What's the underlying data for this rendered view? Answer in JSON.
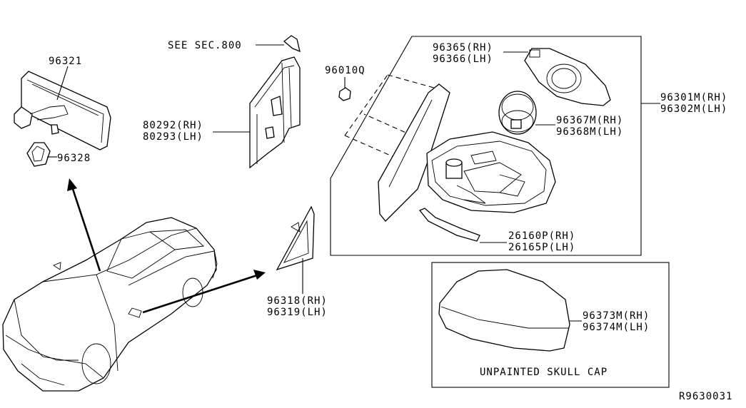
{
  "labels": {
    "rear_view_mirror": "96321",
    "mirror_cover": "96328",
    "see_sec": "SEE SEC.800",
    "finisher_rh": "80292(RH)",
    "finisher_lh": "80293(LH)",
    "nut": "96010Q",
    "glass_rh": "96365(RH)",
    "glass_lh": "96366(LH)",
    "mirror_assy_rh": "96301M(RH)",
    "mirror_assy_lh": "96302M(LH)",
    "actuator_rh": "96367M(RH)",
    "actuator_lh": "96368M(LH)",
    "turn_lamp_rh": "26160P(RH)",
    "turn_lamp_lh": "26165P(LH)",
    "corner_cover_rh": "96318(RH)",
    "corner_cover_lh": "96319(LH)",
    "skull_cap_rh": "96373M(RH)",
    "skull_cap_lh": "96374M(LH)",
    "skull_cap_caption": "UNPAINTED SKULL CAP",
    "diagram_id": "R9630031"
  }
}
